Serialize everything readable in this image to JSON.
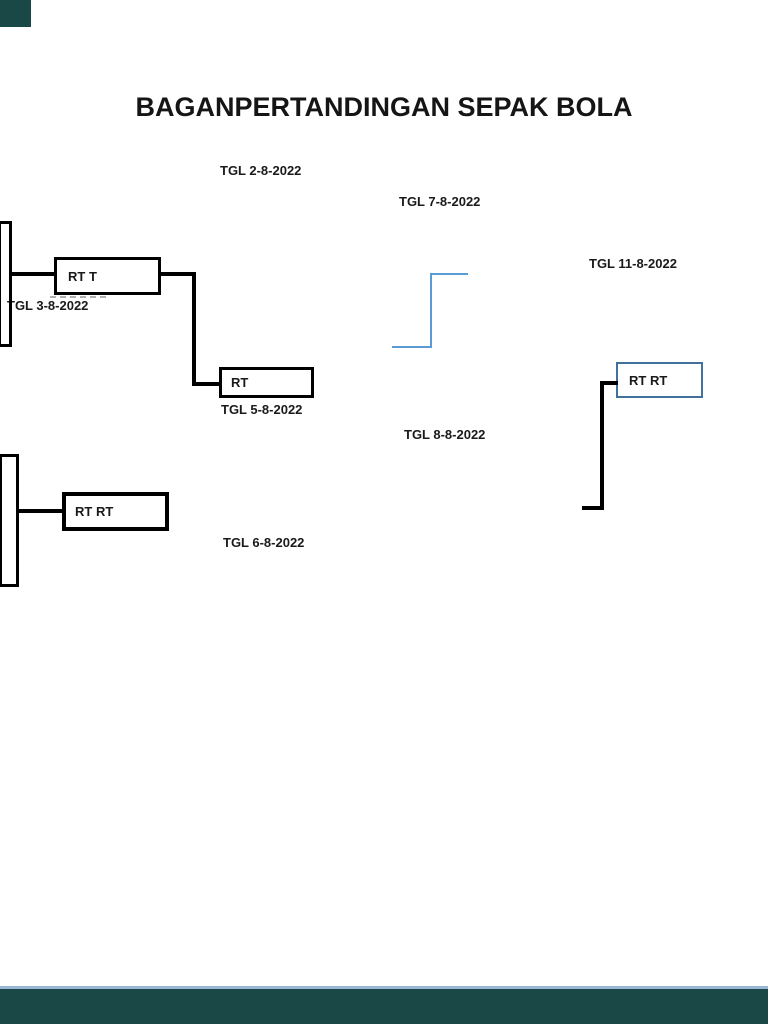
{
  "page": {
    "title": "BAGANPERTANDINGAN SEPAK BOLA"
  },
  "bracket": {
    "dates": {
      "d1": "TGL 2-8-2022",
      "d2": "TGL 7-8-2022",
      "d3": "TGL 11-8-2022",
      "d4": "TGL 3-8-2022",
      "d5": "TGL 5-8-2022",
      "d6": "TGL 8-8-2022",
      "d7": "TGL 6-8-2022"
    },
    "boxes": {
      "semifinal_top": "RT T",
      "final_top": "RT",
      "champion": "RT RT",
      "semifinal_bottom": "RT RT"
    }
  },
  "colors": {
    "connector-black": "#000000",
    "step-blue": "#5b9bd5",
    "steel-border": "#41719c",
    "viewer-teal": "#1a4846",
    "page-edge-blue": "#9cb6d8"
  }
}
